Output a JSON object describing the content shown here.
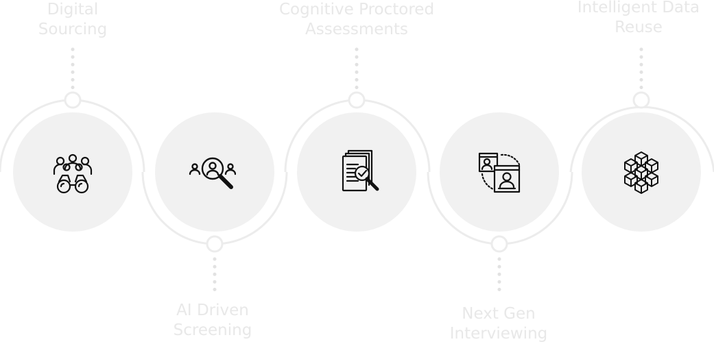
{
  "steps": [
    {
      "label_line1": "Digital",
      "label_line2": "Sourcing",
      "icon": "binoculars-group-icon"
    },
    {
      "label_line1": "AI Driven",
      "label_line2": "Screening",
      "icon": "magnifier-people-icon"
    },
    {
      "label_line1": "Cognitive Proctored",
      "label_line2": "Assessments",
      "icon": "document-check-magnifier-icon"
    },
    {
      "label_line1": "Next Gen",
      "label_line2": "Interviewing",
      "icon": "video-profiles-icon"
    },
    {
      "label_line1": "Intelligent Data",
      "label_line2": "Reuse",
      "icon": "cubes-icon"
    }
  ],
  "colors": {
    "circle_fill": "#f1f1f1",
    "ring_stroke": "#ececec",
    "dots": "#e2e2e2",
    "label_text": "#e8e8e8",
    "icon_stroke": "#111111"
  }
}
